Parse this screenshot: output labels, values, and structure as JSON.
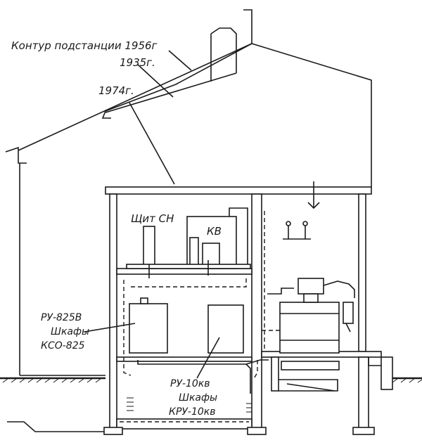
{
  "labels": {
    "contour_1956": "Контур подстанции 1956г",
    "year_1935": "1935г.",
    "year_1974": "1974г.",
    "shchit_sn": "Щит СН",
    "kv": "КВ",
    "ru825_line1": "РУ-825В",
    "ru825_line2": "Шкафы",
    "ru825_line3": "КСО-825",
    "ru10_line1": "РУ-10кв",
    "ru10_line2": "Шкафы",
    "ru10_line3": "КРУ-10кв"
  }
}
